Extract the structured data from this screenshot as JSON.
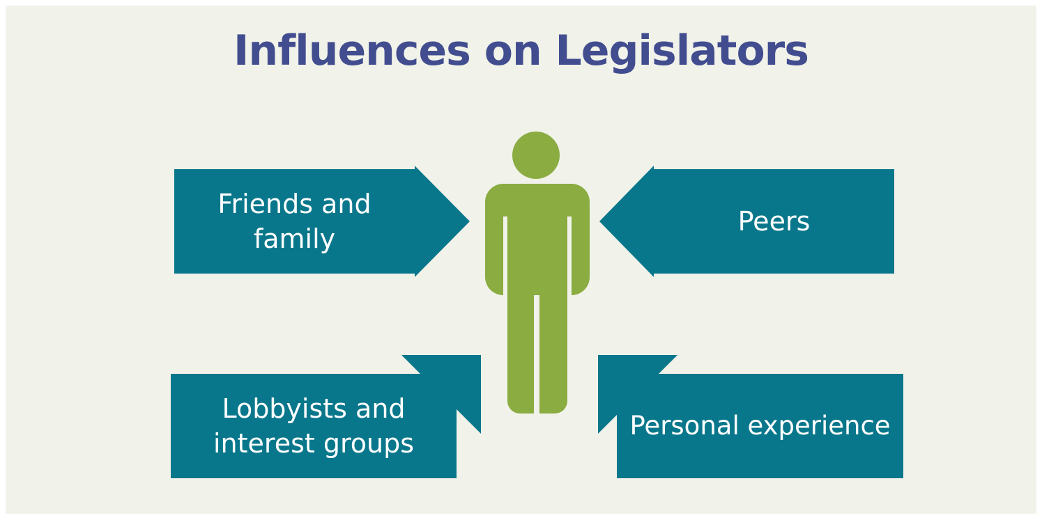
{
  "title": "Influences on Legislators",
  "colors": {
    "background": "#f1f2e9",
    "title": "#424d8f",
    "arrow": "#09778b",
    "person": "#8aac41",
    "label_text": "#ffffff"
  },
  "person": {
    "icon": "person-icon"
  },
  "influences": [
    {
      "id": "friends",
      "label": "Friends and family",
      "lines": [
        "Friends and",
        "family"
      ]
    },
    {
      "id": "peers",
      "label": "Peers",
      "lines": [
        "Peers"
      ]
    },
    {
      "id": "lobbyists",
      "label": "Lobbyists and interest groups",
      "lines": [
        "Lobbyists and",
        "interest groups"
      ]
    },
    {
      "id": "personal",
      "label": "Personal experience",
      "lines": [
        "Personal experience"
      ]
    }
  ]
}
